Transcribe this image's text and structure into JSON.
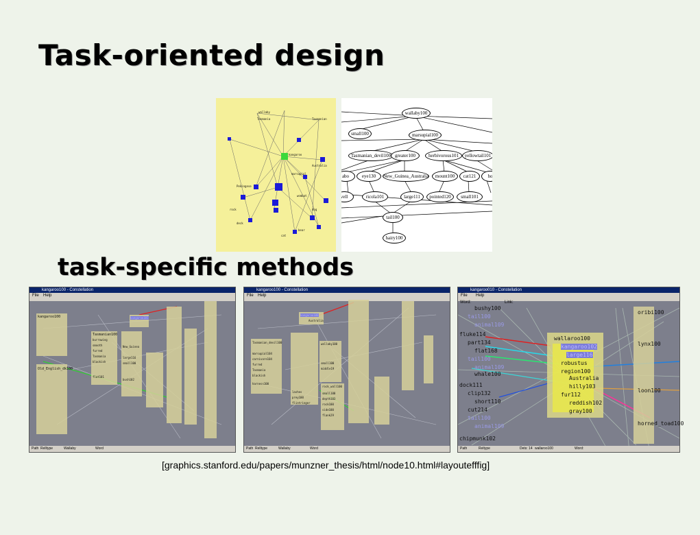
{
  "slide": {
    "title": "Task-oriented design",
    "subtitle": "task-specific methods",
    "citation": "[graphics.stanford.edu/papers/munzner_thesis/html/node10.html#layoutefffig]"
  },
  "yellow_graph": {
    "labels": [
      "wallaby",
      "Tasmania",
      "Tasmanian",
      "kangaroo",
      "Australia",
      "marsupial",
      "Pekingese",
      "deck",
      "rock",
      "wombat",
      "bear",
      "dog",
      "cat"
    ]
  },
  "dot_graph": {
    "nodes": [
      "wallaby100",
      "small100",
      "marsupial100",
      "Tasmanian_devil100",
      "greater100",
      "herbivorous101",
      "yellowtail101",
      "abo",
      "eye130",
      "New_Guinea_Australia",
      "mount100",
      "cat121",
      "ho",
      "vell",
      "ricola101",
      "large111",
      "pointed120",
      "small101",
      "tail100",
      "hairy100"
    ]
  },
  "screenshots": [
    {
      "window_title": "kangaroo100 - Constellation",
      "menu": [
        "File",
        "Help"
      ],
      "status": [
        "Path",
        "Relltype",
        "Wallaby",
        "Word"
      ],
      "labels": [
        "kangaroo100",
        "Tasmanian100",
        "Old_English_dk100",
        "kangaroo101",
        "burrowing",
        "smooth",
        "furred",
        "Tasmania",
        "blackish",
        "large116",
        "flat101",
        "small100",
        "bush102",
        "New_Guinea"
      ]
    },
    {
      "window_title": "kangaroo100 - Constellation",
      "menu": [
        "File",
        "Help"
      ],
      "status": [
        "Path",
        "Relltype",
        "Wallaby",
        "Word"
      ],
      "labels": [
        "kangaroo100",
        "Australia",
        "Tasmanian_devil100",
        "marsupial104",
        "carnivore104",
        "furred",
        "Tasmania",
        "blackish",
        "harness100",
        "wallaby100",
        "small100",
        "middle19",
        "rock_wall100",
        "small100",
        "depth103",
        "rock100",
        "side100",
        "flank29",
        "lashes",
        "prey100",
        "flintringer"
      ]
    },
    {
      "window_title": "kangaroo010 - Constellation",
      "menu": [
        "File",
        "Help"
      ],
      "fields": [
        "Word:",
        "Link:"
      ],
      "status": [
        "Path",
        "Reltype",
        "Dets: 14",
        "wallaroo100",
        "Word:"
      ],
      "labels": {
        "bushy": "bushy100",
        "tail1": "tail100",
        "animal1": "animal109",
        "fluke": "fluke114",
        "part": "part134",
        "flat": "flat168",
        "tail2": "tail100",
        "animal2": "animal109",
        "whale": "whale100",
        "dock": "dock111",
        "clip": "clip132",
        "short": "short110",
        "cut": "cut214",
        "tail3": "tail100",
        "animal3": "animal109",
        "chipmunk": "chipmunk102",
        "wallaroo": "wallaroo100",
        "kangaroo": "kangaroo102",
        "large": "large116",
        "robustus": "robustus",
        "region": "region100",
        "australia": "Australia",
        "hilly": "hilly103",
        "fur": "fur112",
        "reddish": "reddish102",
        "gray": "gray100",
        "oribi": "oribi100",
        "lynx": "lynx100",
        "loon": "loon100",
        "horned": "horned_toad100"
      }
    }
  ]
}
